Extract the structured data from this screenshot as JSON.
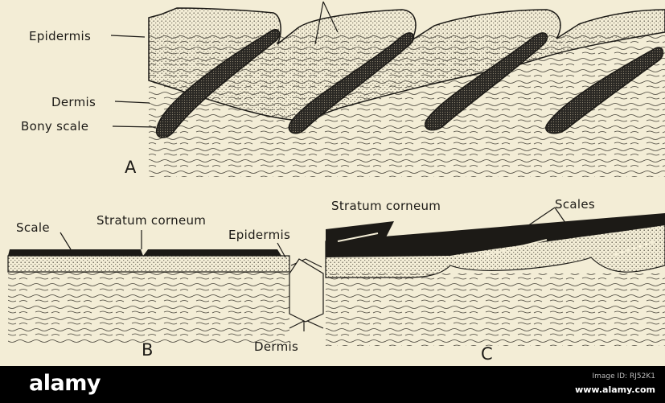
{
  "panel_a": {
    "letter": "A",
    "labels": {
      "epidermis": "Epidermis",
      "dermis": "Dermis",
      "bony_scale": "Bony scale"
    }
  },
  "panel_b": {
    "letter": "B",
    "labels": {
      "scale": "Scale",
      "stratum_corneum": "Stratum corneum"
    }
  },
  "panel_c": {
    "letter": "C",
    "labels": {
      "stratum_corneum": "Stratum corneum",
      "scales": "Scales"
    }
  },
  "shared_labels": {
    "epidermis": "Epidermis",
    "dermis": "Dermis"
  },
  "footer": {
    "logo": "alamy",
    "image_id": "Image ID: RJ52K1",
    "site": "www.alamy.com"
  },
  "colors": {
    "paper": "#f3edd6",
    "ink": "#1c1a16",
    "stipple": "#8a8270",
    "footer": "#000000"
  }
}
